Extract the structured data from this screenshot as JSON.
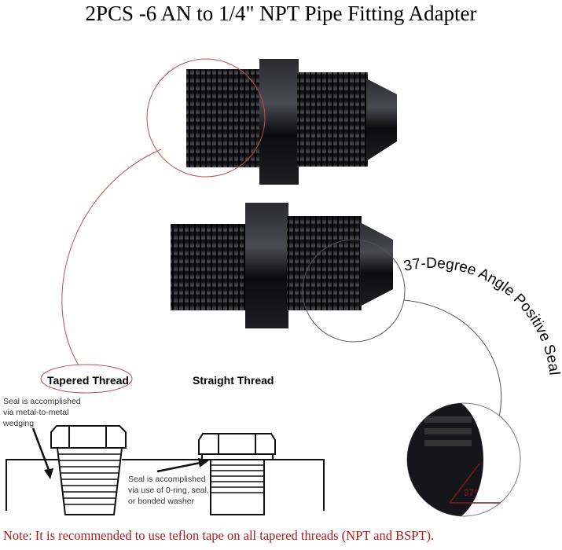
{
  "title": "2PCS -6 AN to 1/4\" NPT Pipe Fitting Adapter",
  "labels": {
    "tapered": "Tapered Thread",
    "straight": "Straight Thread",
    "seal_tapered": [
      "Seal is accomplished",
      "via metal-to-metal",
      "wedging"
    ],
    "seal_straight": [
      "Seal is accomplished",
      "via use of 0-ring, seal,",
      "or bonded washer"
    ],
    "angle_arc": "37-Degree Angle Positive Seal",
    "angle_value": "37°"
  },
  "note": "Note: It is recommended to use teflon tape on all tapered threads (NPT and BSPT).",
  "colors": {
    "note": "#b11a1a",
    "highlight_circle": "#c0504d",
    "fitting": "#0d0d0f",
    "angle_line": "#7a1a1a"
  }
}
